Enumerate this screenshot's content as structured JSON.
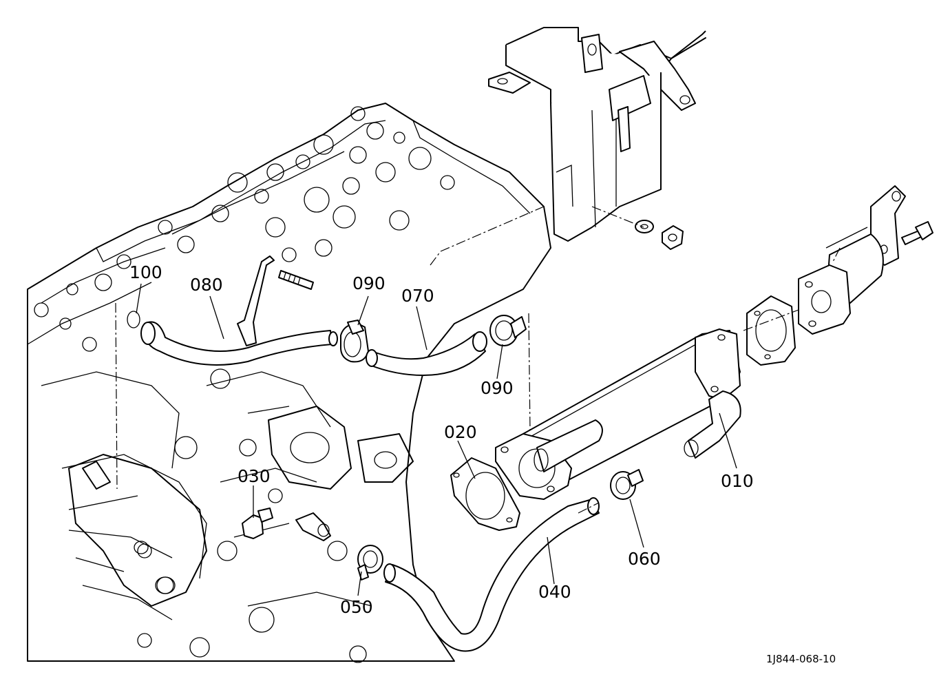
{
  "diagram": {
    "reference_code": "1J844-068-10",
    "callouts": [
      {
        "id": "c100",
        "text": "100"
      },
      {
        "id": "c080",
        "text": "080"
      },
      {
        "id": "c090a",
        "text": "090"
      },
      {
        "id": "c070",
        "text": "070"
      },
      {
        "id": "c090b",
        "text": "090"
      },
      {
        "id": "c020",
        "text": "020"
      },
      {
        "id": "c030",
        "text": "030"
      },
      {
        "id": "c010",
        "text": "010"
      },
      {
        "id": "c060",
        "text": "060"
      },
      {
        "id": "c040",
        "text": "040"
      },
      {
        "id": "c050",
        "text": "050"
      }
    ]
  }
}
